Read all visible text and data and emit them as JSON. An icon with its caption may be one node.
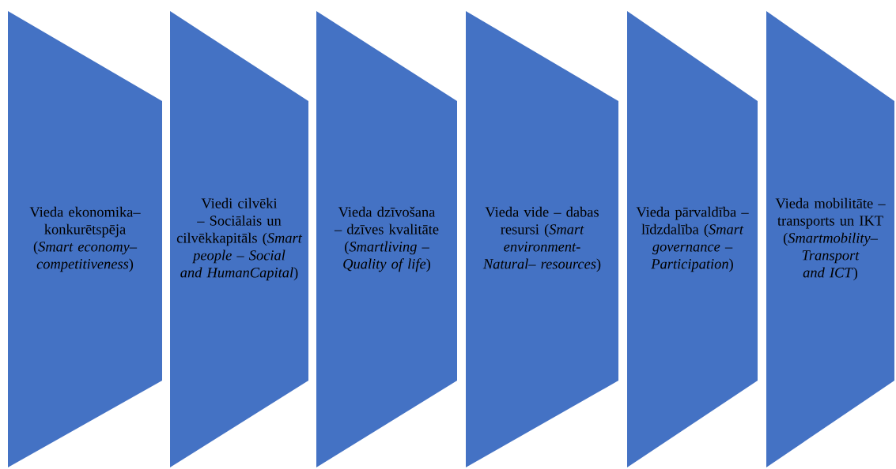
{
  "diagram": {
    "nodes": [
      {
        "text": [
          "Vieda ekonomika– konkurētspēja (*Smart economy– competitiveness*)"
        ]
      },
      {
        "text": [
          "Viedi cilvēki – Sociālais un cilvēkkapitāls (*Smart people – Social and HumanCapital*)"
        ]
      },
      {
        "text": [
          "Vieda dzīvošana – dzīves kvalitāte (*Smartliving – Quality of life*)"
        ]
      },
      {
        "text": [
          "Vieda vide – dabas resursi (*Smart environment- Natural– resources*)"
        ]
      },
      {
        "text": [
          "Vieda pārvaldība – līdzdalība (*Smart governance – Participation*)"
        ]
      },
      {
        "text": [
          "Vieda mobilitāte – transports un IKT (*Smartmobility– Transport and ICT*)"
        ]
      }
    ],
    "edges": []
  }
}
